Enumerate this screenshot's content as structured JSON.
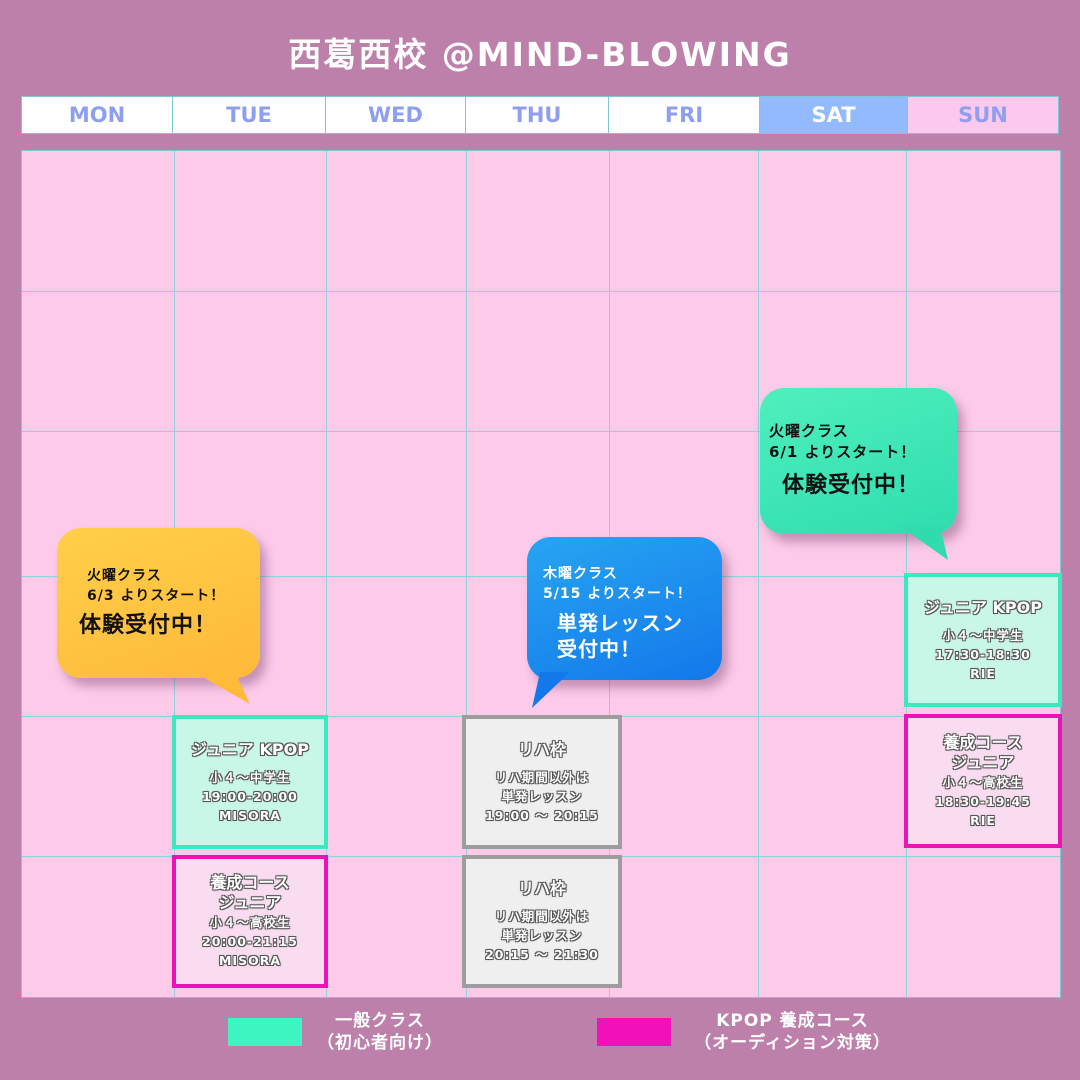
{
  "title": "西葛西校 @MIND-BLOWING",
  "days": [
    {
      "label": "MON",
      "bg": "#ffffff"
    },
    {
      "label": "TUE",
      "bg": "#ffffff"
    },
    {
      "label": "WED",
      "bg": "#ffffff"
    },
    {
      "label": "THU",
      "bg": "#ffffff"
    },
    {
      "label": "FRI",
      "bg": "#ffffff"
    },
    {
      "label": "SAT",
      "bg": "#93b9ff"
    },
    {
      "label": "SUN",
      "bg": "#fbc8ee"
    }
  ],
  "bubbles": {
    "tue": {
      "line1": "火曜クラス",
      "line2": "6/3 よりスタート！",
      "headline": "体験受付中！"
    },
    "thu": {
      "line1": "木曜クラス",
      "line2": "5/15 よりスタート！",
      "headline1": "単発レッスン",
      "headline2": "受付中！"
    },
    "sat": {
      "line1": "火曜クラス",
      "line2": "6/1 よりスタート！",
      "headline": "体験受付中！"
    }
  },
  "cards": {
    "tue_junior_kpop": {
      "title": "ジュニア KPOP",
      "line1": "小４〜中学生",
      "line2": "19:00-20:00",
      "line3": "MISORA"
    },
    "tue_ikusei": {
      "title1": "養成コース",
      "title2": "ジュニア",
      "line1": "小４〜高校生",
      "line2": "20:00-21:15",
      "line3": "MISORA"
    },
    "thu_riha1": {
      "title": "リハ枠",
      "line1": "リハ期間以外は",
      "line2": "単発レッスン",
      "line3": "19:00 〜 20:15"
    },
    "thu_riha2": {
      "title": "リハ枠",
      "line1": "リハ期間以外は",
      "line2": "単発レッスン",
      "line3": "20:15 〜 21:30"
    },
    "sun_junior_kpop": {
      "title": "ジュニア KPOP",
      "line1": "小４〜中学生",
      "line2": "17:30-18:30",
      "line3": "RIE"
    },
    "sun_ikusei": {
      "title1": "養成コース",
      "title2": "ジュニア",
      "line1": "小４〜高校生",
      "line2": "18:30-19:45",
      "line3": "RIE"
    }
  },
  "legend": {
    "general": {
      "line1": "一般クラス",
      "line2": "（初心者向け）",
      "color": "#3cf5c0"
    },
    "kpop": {
      "line1": "KPOP 養成コース",
      "line2": "（オーディション対策）",
      "color": "#f210b8"
    }
  }
}
